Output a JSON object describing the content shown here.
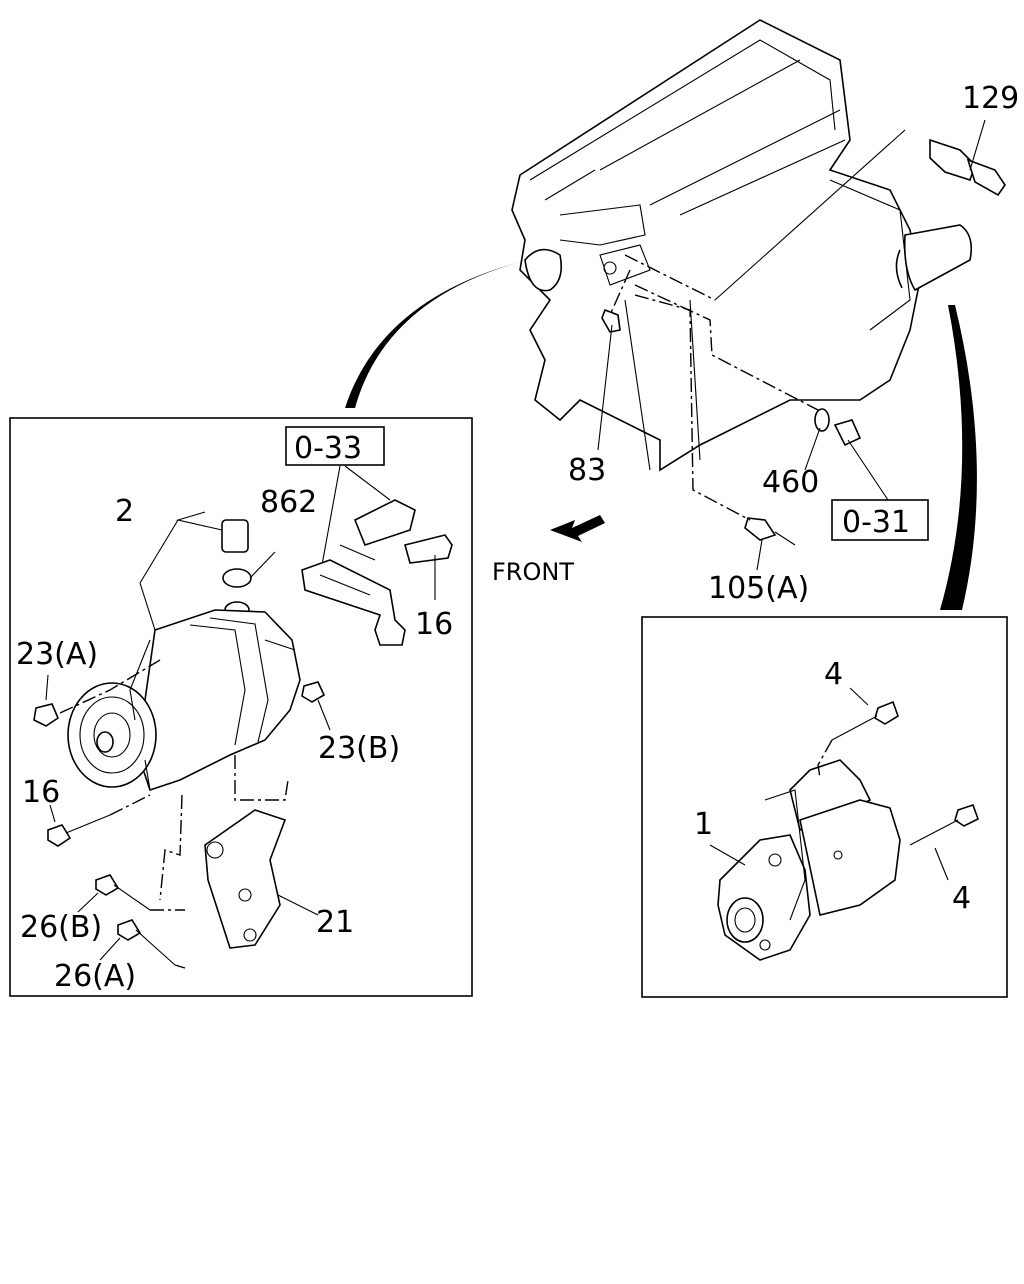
{
  "labels": {
    "p129": "129",
    "p83": "83",
    "p460": "460",
    "p0_31": "0-31",
    "p0_33": "0-33",
    "p105a": "105(A)",
    "front": "FRONT",
    "p2": "2",
    "p862": "862",
    "p16_top": "16",
    "p23a": "23(A)",
    "p23b": "23(B)",
    "p16_left": "16",
    "p26b": "26(B)",
    "p26a": "26(A)",
    "p21": "21",
    "p4_top": "4",
    "p4_right": "4",
    "p1": "1"
  },
  "icons": {
    "front_arrow": "arrow-left-down-icon"
  },
  "colors": {
    "line": "#000000",
    "background": "#ffffff"
  }
}
